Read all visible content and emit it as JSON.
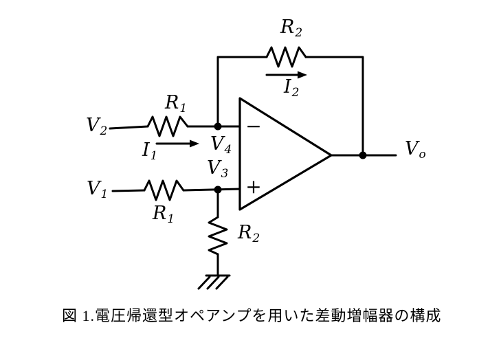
{
  "colors": {
    "ink": "#000000",
    "background": "#ffffff"
  },
  "figure": {
    "caption": "図 1.電圧帰還型オペアンプを用いた差動増幅器の構成"
  },
  "circuit": {
    "type": "op-amp differential amplifier, voltage feedback",
    "opamp": {
      "inverting_input_label": "−",
      "noninverting_input_label": "+"
    },
    "labels": {
      "v2": {
        "base": "V",
        "sub": "2"
      },
      "v1": {
        "base": "V",
        "sub": "1"
      },
      "v4": {
        "base": "V",
        "sub": "4"
      },
      "v3": {
        "base": "V",
        "sub": "3"
      },
      "vo": {
        "base": "V",
        "sub": "o"
      },
      "r1_top": {
        "base": "R",
        "sub": "1"
      },
      "r1_bottom": {
        "base": "R",
        "sub": "1"
      },
      "r2_top": {
        "base": "R",
        "sub": "2"
      },
      "r2_bottom": {
        "base": "R",
        "sub": "2"
      },
      "i1": {
        "base": "I",
        "sub": "1"
      },
      "i2": {
        "base": "I",
        "sub": "2"
      }
    }
  }
}
